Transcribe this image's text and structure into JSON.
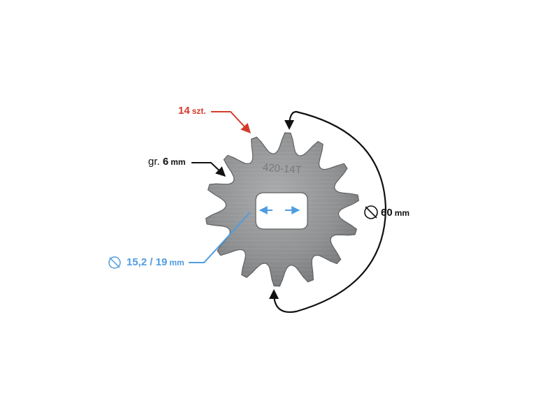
{
  "labels": {
    "teeth_value": "14",
    "teeth_unit": "szt.",
    "thickness_prefix": "gr.",
    "thickness_value": "6",
    "thickness_unit": "mm",
    "bore_value": "15,2 / 19",
    "bore_unit": "mm",
    "diameter_value": "60",
    "diameter_unit": "mm"
  },
  "sprocket": {
    "engraving": "420-14T",
    "teeth": 14
  },
  "colors": {
    "teeth_label": "#d23b2b",
    "bore_label": "#4f9de0",
    "dimension": "#111111",
    "metal": "#8d8f91"
  },
  "icons": {
    "diameter": "diameter-symbol-icon"
  }
}
